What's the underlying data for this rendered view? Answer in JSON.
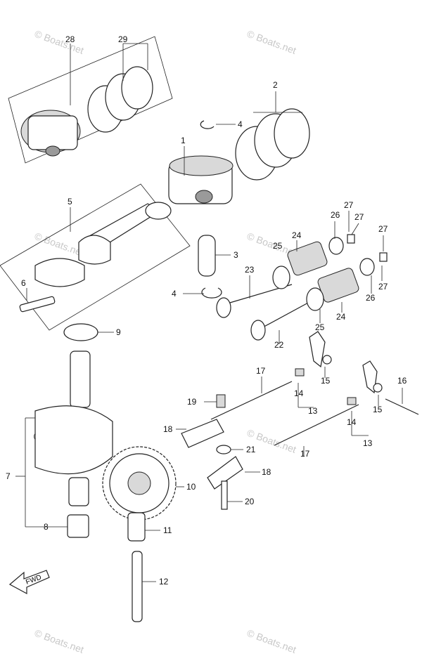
{
  "watermark": {
    "text": "© Boats.net"
  },
  "fwd_label": "FWD",
  "callouts": {
    "p1": "1",
    "p2": "2",
    "p3": "3",
    "p4a": "4",
    "p4b": "4",
    "p5": "5",
    "p6": "6",
    "p7": "7",
    "p8": "8",
    "p9": "9",
    "p10": "10",
    "p11": "11",
    "p12": "12",
    "p13a": "13",
    "p13b": "13",
    "p14a": "14",
    "p14b": "14",
    "p15a": "15",
    "p15b": "15",
    "p16": "16",
    "p17a": "17",
    "p17b": "17",
    "p18a": "18",
    "p18b": "18",
    "p19": "19",
    "p20": "20",
    "p21": "21",
    "p22": "22",
    "p23": "23",
    "p24a": "24",
    "p24b": "24",
    "p25a": "25",
    "p25b": "25",
    "p26a": "26",
    "p26b": "26",
    "p27a": "27",
    "p27b": "27",
    "p27c": "27",
    "p27d": "27",
    "p28": "28",
    "p29": "29"
  }
}
